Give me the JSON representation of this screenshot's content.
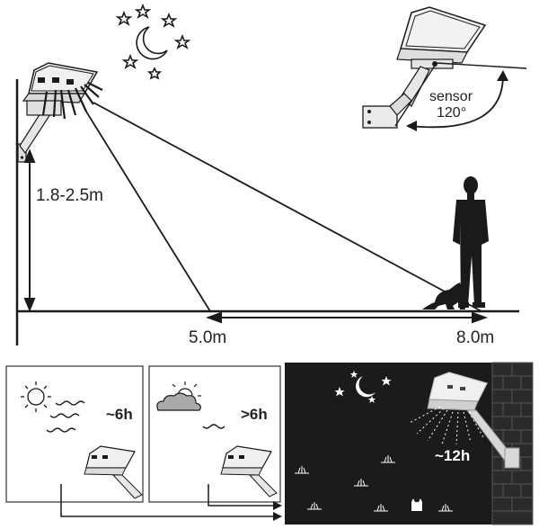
{
  "install": {
    "height_label": "1.8-2.5m",
    "near_distance_label": "5.0m",
    "far_distance_label": "8.0m"
  },
  "sensor": {
    "label": "sensor",
    "angle_label": "120°"
  },
  "panels": [
    {
      "duration_label": "~6h"
    },
    {
      "duration_label": ">6h"
    },
    {
      "duration_label": "~12h"
    }
  ],
  "colors": {
    "line": "#1a1a1a",
    "night_bg": "#1b1b1b",
    "cloud": "#aaaaaa",
    "brick": "#555555"
  }
}
